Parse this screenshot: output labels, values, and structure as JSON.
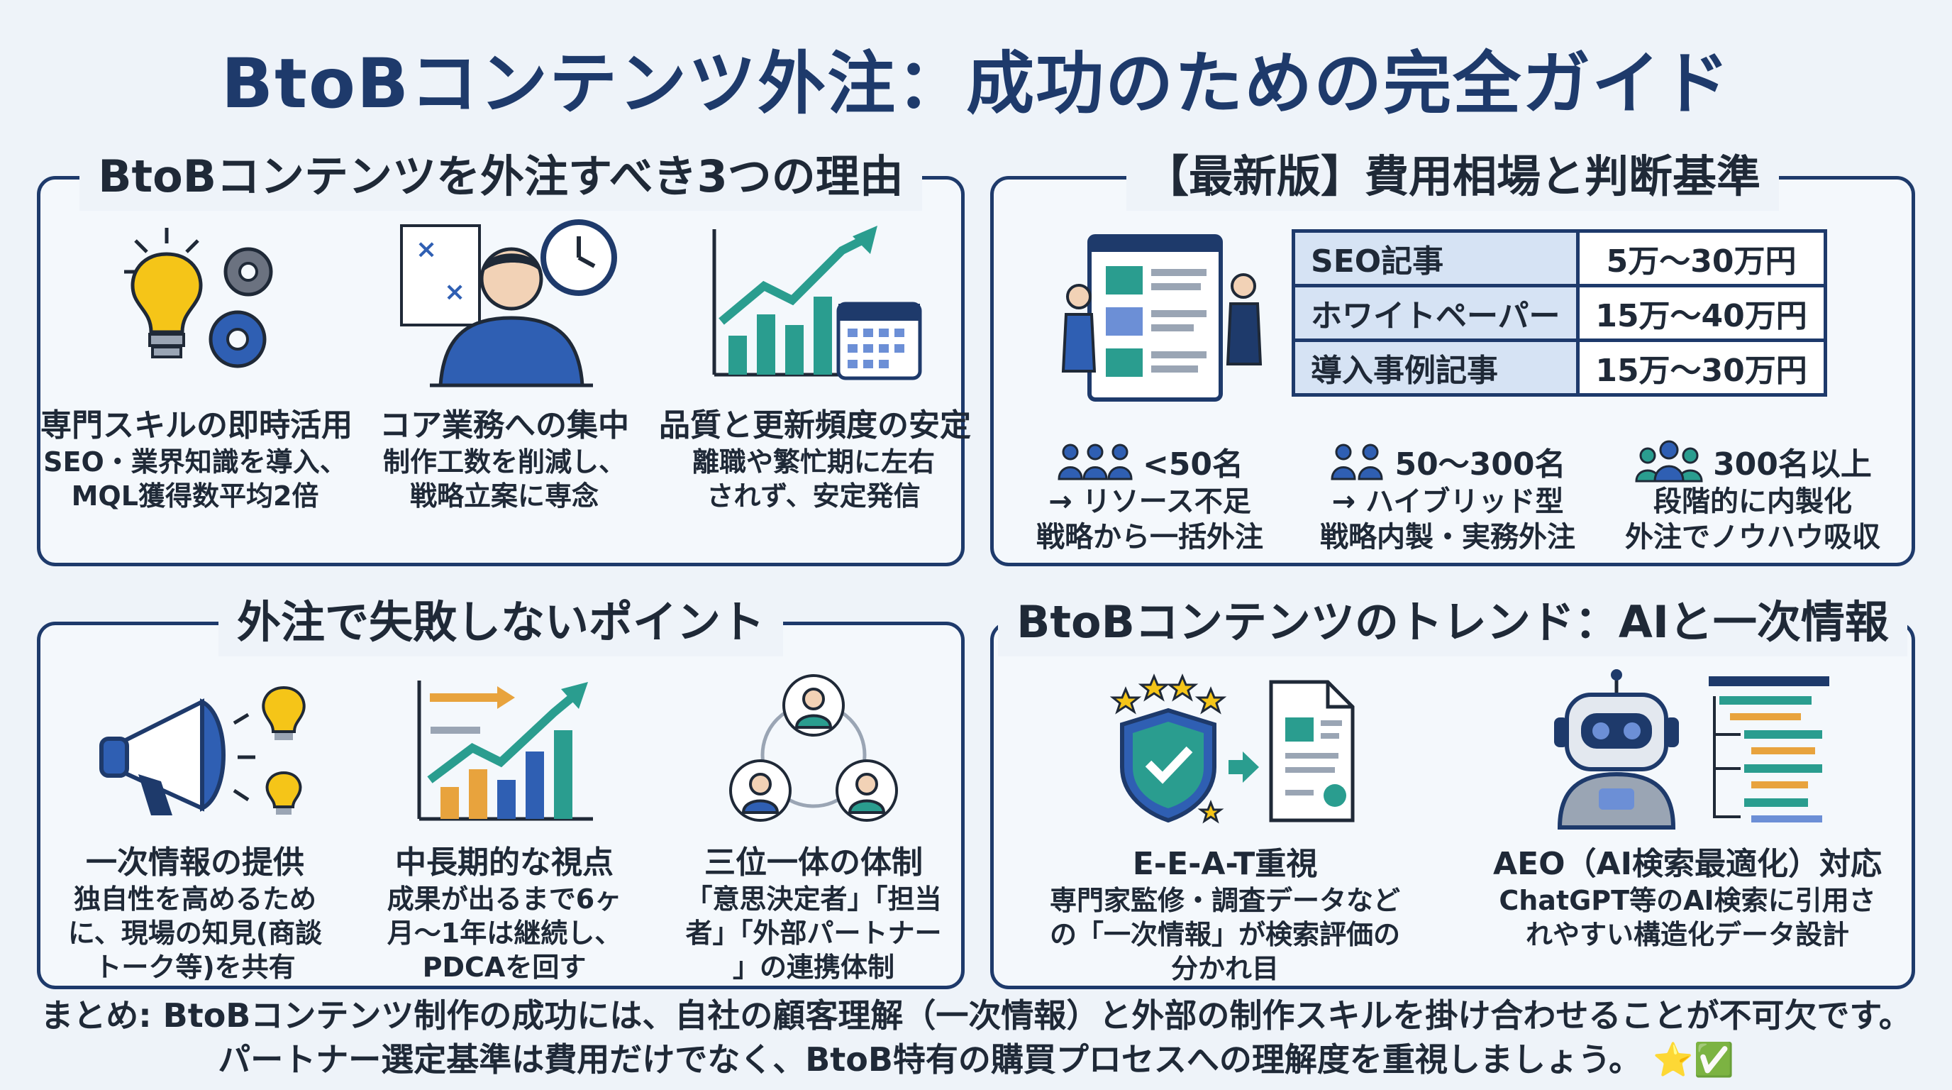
{
  "title": "BtoBコンテンツ外注：成功のための完全ガイド",
  "panels": {
    "reasons": {
      "heading": "BtoBコンテンツを外注すべき3つの理由",
      "items": [
        {
          "title": "専門スキルの即時活用",
          "desc1": "SEO・業界知識を導入、",
          "desc2": "MQL獲得数平均2倍"
        },
        {
          "title": "コア業務への集中",
          "desc1": "制作工数を削減し、",
          "desc2": "戦略立案に専念"
        },
        {
          "title": "品質と更新頻度の安定",
          "desc1": "離職や繁忙期に左右",
          "desc2": "されず、安定発信"
        }
      ]
    },
    "pricing": {
      "heading": "【最新版】費用相場と判断基準",
      "rows": [
        {
          "name": "SEO記事",
          "price": "5万〜30万円"
        },
        {
          "name": "ホワイトペーパー",
          "price": "15万〜40万円"
        },
        {
          "name": "導入事例記事",
          "price": "15万〜30万円"
        }
      ],
      "segments": [
        {
          "size": "<50名",
          "line1": "→ リソース不足",
          "line2": "戦略から一括外注"
        },
        {
          "size": "50〜300名",
          "line1": "→ ハイブリッド型",
          "line2": "戦略内製・実務外注"
        },
        {
          "size": "300名以上",
          "line1": "段階的に内製化",
          "line2": "外注でノウハウ吸収"
        }
      ]
    },
    "points": {
      "heading": "外注で失敗しないポイント",
      "items": [
        {
          "title": "一次情報の提供",
          "lines": [
            "独自性を高めるため",
            "に、現場の知見(商談",
            "トーク等)を共有"
          ]
        },
        {
          "title": "中長期的な視点",
          "lines": [
            "成果が出るまで6ヶ",
            "月〜1年は継続し、",
            "PDCAを回す"
          ]
        },
        {
          "title": "三位一体の体制",
          "lines": [
            "「意思決定者」「担当",
            "者」「外部パートナー",
            "」の連携体制"
          ]
        }
      ]
    },
    "trends": {
      "heading": "BtoBコンテンツのトレンド：AIと一次情報",
      "items": [
        {
          "title": "E-E-A-T重視",
          "lines": [
            "専門家監修・調査データなど",
            "の「一次情報」が検索評価の",
            "分かれ目"
          ]
        },
        {
          "title": "AEO（AI検索最適化）対応",
          "lines": [
            "ChatGPT等のAI検索に引用さ",
            "れやすい構造化データ設計"
          ]
        }
      ]
    }
  },
  "summary": {
    "line1": "まとめ: BtoBコンテンツ制作の成功には、自社の顧客理解（一次情報）と外部の制作スキルを掛け合わせることが不可欠です。",
    "line2": "パートナー選定基準は費用だけでなく、BtoB特有の購買プロセスへの理解度を重視しましょう。",
    "emoji": "⭐✅"
  },
  "colors": {
    "navy": "#1e3a6b",
    "teal": "#2a9d8f",
    "blue": "#2f5fb3",
    "yellow": "#f5c518",
    "orange": "#e8a33d"
  }
}
